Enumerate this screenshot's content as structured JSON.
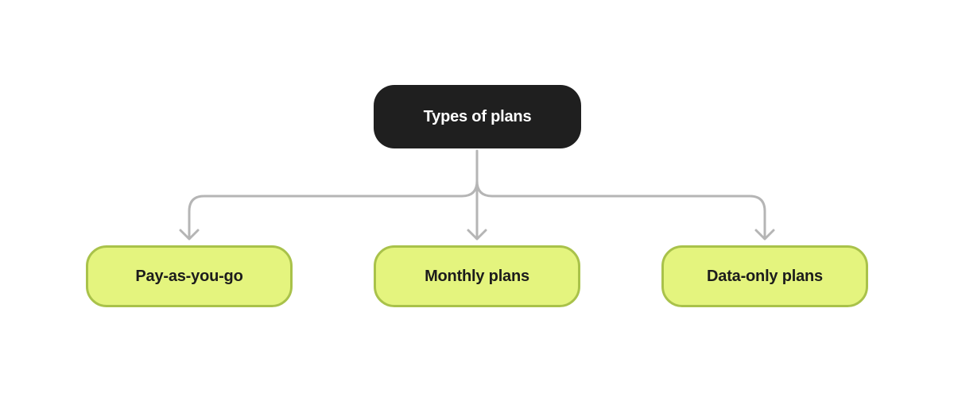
{
  "diagram": {
    "root": {
      "label": "Types of plans"
    },
    "children": [
      {
        "label": "Pay-as-you-go"
      },
      {
        "label": "Monthly plans"
      },
      {
        "label": "Data-only plans"
      }
    ]
  },
  "colors": {
    "root_fill": "#1f1f1f",
    "root_text": "#ffffff",
    "child_fill": "#e4f47e",
    "child_border": "#a9c24a",
    "child_text": "#1c1c1c",
    "connector": "#b5b5b5"
  }
}
